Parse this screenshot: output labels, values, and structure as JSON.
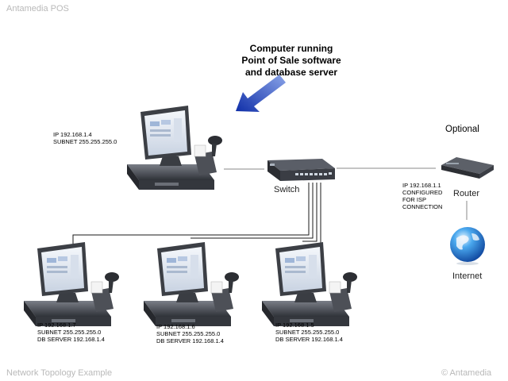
{
  "corner": {
    "top_left": "Antamedia POS",
    "bottom_left": "Network Topology Example",
    "bottom_right": "© Antamedia"
  },
  "callout": {
    "line1": "Computer running",
    "line2": "Point of Sale software",
    "line3": "and database server"
  },
  "server": {
    "line1": "IP  192.168.1.4",
    "line2": "SUBNET 255.255.255.0"
  },
  "switch_label": "Switch",
  "optional_label": "Optional",
  "router": {
    "label": "Router",
    "info1": "IP 192.168.1.1",
    "info2": "CONFIGURED",
    "info3": "FOR ISP",
    "info4": "CONNECTION"
  },
  "internet_label": "Internet",
  "clients": [
    {
      "ip": "IP  192.168.1.7",
      "subnet": "SUBNET 255.255.255.0",
      "db": "DB SERVER  192.168.1.4"
    },
    {
      "ip": "IP  192.168.1.6",
      "subnet": "SUBNET 255.255.255.0",
      "db": "DB SERVER  192.168.1.4"
    },
    {
      "ip": "IP  192.168.1.5",
      "subnet": "SUBNET 255.255.255.0",
      "db": "DB SERVER  192.168.1.4"
    }
  ],
  "colors": {
    "arrow": "#2a46b8",
    "cable": "#888888",
    "device": "#4a4d55"
  },
  "icons": [
    "pos-terminal-icon",
    "switch-icon",
    "router-icon",
    "globe-icon",
    "arrow-icon"
  ]
}
